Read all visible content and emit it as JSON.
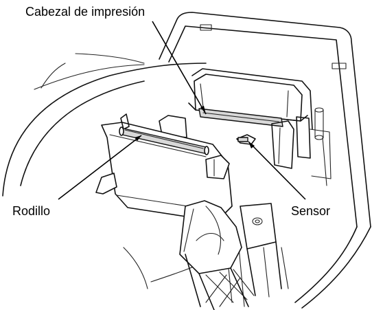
{
  "labels": {
    "print_head": "Cabezal de impresión",
    "roller": "Rodillo",
    "sensor": "Sensor"
  },
  "colors": {
    "line": "#111111",
    "shade": "#d8d8d8",
    "background": "#ffffff"
  }
}
